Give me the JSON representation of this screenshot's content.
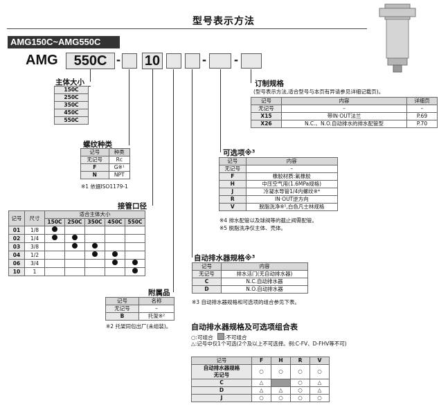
{
  "title": "型号表示方法",
  "series": "AMG150C~AMG550C",
  "code": {
    "prefix": "AMG",
    "size": "550C",
    "port": "10"
  },
  "body_size": {
    "label": "主体大小",
    "items": [
      "150C",
      "250C",
      "350C",
      "450C",
      "550C"
    ]
  },
  "thread": {
    "label": "螺纹种类",
    "headers": [
      "记号",
      "种类"
    ],
    "rows": [
      [
        "无记号",
        "Rc"
      ],
      [
        "F",
        "G※¹"
      ],
      [
        "N",
        "NPT"
      ]
    ],
    "note": "※1 依据ISO1179-1"
  },
  "pipe": {
    "label": "接管口径",
    "headers": [
      "记号",
      "尺寸",
      "适合主体大小"
    ],
    "sizes": [
      "150C",
      "250C",
      "350C",
      "450C",
      "550C"
    ],
    "rows": [
      {
        "code": "01",
        "size": "1/8",
        "marks": [
          1,
          0,
          0,
          0,
          0
        ]
      },
      {
        "code": "02",
        "size": "1/4",
        "marks": [
          1,
          1,
          0,
          0,
          0
        ]
      },
      {
        "code": "03",
        "size": "3/8",
        "marks": [
          0,
          1,
          1,
          0,
          0
        ]
      },
      {
        "code": "04",
        "size": "1/2",
        "marks": [
          0,
          0,
          1,
          1,
          0
        ]
      },
      {
        "code": "06",
        "size": "3/4",
        "marks": [
          0,
          0,
          0,
          1,
          1
        ]
      },
      {
        "code": "10",
        "size": "1",
        "marks": [
          0,
          0,
          0,
          0,
          1
        ]
      }
    ]
  },
  "accessory": {
    "label": "附属品",
    "headers": [
      "记号",
      "名称"
    ],
    "rows": [
      [
        "无记号",
        "–"
      ],
      [
        "B",
        "托架※²"
      ]
    ],
    "note": "※2 托架同包出厂(未组装)。"
  },
  "drain": {
    "label": "自动排水器规格※³",
    "headers": [
      "记号",
      "内容"
    ],
    "rows": [
      [
        "无记号",
        "排水活门(无自动排水器)"
      ],
      [
        "C",
        "N.C.自动排水器"
      ],
      [
        "D",
        "N.O.自动排水器"
      ]
    ],
    "note": "※3 自动排水器规格和可选项的组合参见下表。"
  },
  "option": {
    "label": "可选项※³",
    "headers": [
      "记号",
      "内容"
    ],
    "rows": [
      [
        "无记号",
        "–"
      ],
      [
        "F",
        "橡胶材质:氟橡胶"
      ],
      [
        "H",
        "中压空气用(1.6MPa规格)"
      ],
      [
        "J",
        "冷凝水导管1/4内螺纹※⁴"
      ],
      [
        "R",
        "IN·OUT逆方向"
      ],
      [
        "V",
        "脱脂洗净※⁵,白色凡士林规格"
      ]
    ],
    "notes": [
      "※4 排水配管以及球阀等的截止阀需配管。",
      "※5 脱脂洗净仅主体、壳体。"
    ]
  },
  "custom": {
    "label": "订制规格",
    "desc": "(型号表示方法,适合型号与本页有异请参见详细记载页)。",
    "headers": [
      "记号",
      "内容",
      "详细页"
    ],
    "rows": [
      [
        "无记号",
        "–",
        "–"
      ],
      [
        "X15",
        "带IN·OUT法兰",
        "P.69"
      ],
      [
        "X26",
        "N.C.、N.O.自动排水的排水配管型",
        "P.70"
      ]
    ]
  },
  "combo": {
    "title": "自动排水器规格及可选项组合表",
    "legend_ok": "○:可组合",
    "legend_no": ":不可组合",
    "legend_tri": "△:记号中仅1个可选(2个及以上不可选择。例:C-FV、D-FHV等不可)",
    "headers": [
      "记号",
      "F",
      "H",
      "R",
      "V"
    ],
    "rows": [
      {
        "code": "自动排水器规格\n无记号",
        "cells": [
          "○",
          "○",
          "○",
          "○"
        ]
      },
      {
        "code": "C",
        "cells": [
          "△",
          "",
          "○",
          "△"
        ]
      },
      {
        "code": "D",
        "cells": [
          "△",
          "△",
          "○",
          "△"
        ]
      },
      {
        "code": "J",
        "cells": [
          "○",
          "○",
          "○",
          "○"
        ]
      }
    ]
  },
  "colors": {
    "box_fill": "#e8e8e8",
    "header_fill": "#d8d8d8",
    "na_fill": "#999999"
  }
}
